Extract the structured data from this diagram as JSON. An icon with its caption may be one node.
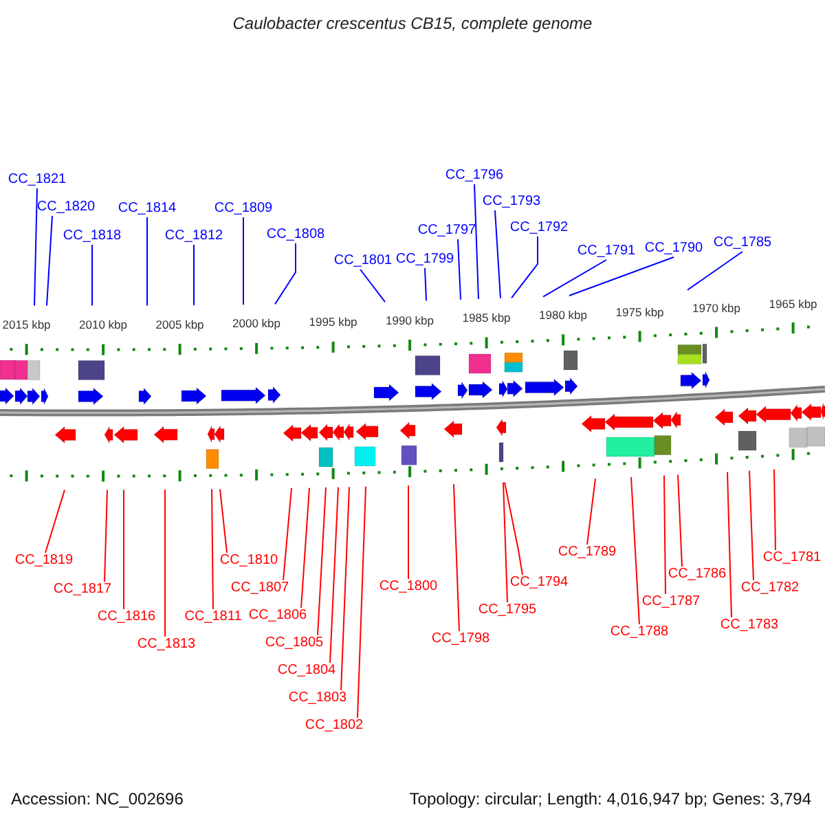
{
  "diagram": {
    "title": "Caulobacter crescentus CB15, complete genome",
    "nodes": [
      {
        "text": [
          "CC_1821"
        ]
      },
      {
        "text": [
          "CC_1820"
        ]
      },
      {
        "text": [
          "CC_1818"
        ]
      },
      {
        "text": [
          "CC_1814"
        ]
      },
      {
        "text": [
          "CC_1812"
        ]
      },
      {
        "text": [
          "CC_1809"
        ]
      },
      {
        "text": [
          "CC_1808"
        ]
      },
      {
        "text": [
          "CC_1801"
        ]
      },
      {
        "text": [
          "CC_1799"
        ]
      },
      {
        "text": [
          "CC_1797"
        ]
      },
      {
        "text": [
          "CC_1796"
        ]
      },
      {
        "text": [
          "CC_1793"
        ]
      },
      {
        "text": [
          "CC_1792"
        ]
      },
      {
        "text": [
          "CC_1791"
        ]
      },
      {
        "text": [
          "CC_1790"
        ]
      },
      {
        "text": [
          "CC_1785"
        ]
      },
      {
        "text": [
          "CC_1819"
        ]
      },
      {
        "text": [
          "CC_1817"
        ]
      },
      {
        "text": [
          "CC_1816"
        ]
      },
      {
        "text": [
          "CC_1813"
        ]
      },
      {
        "text": [
          "CC_1811"
        ]
      },
      {
        "text": [
          "CC_1810"
        ]
      },
      {
        "text": [
          "CC_1807"
        ]
      },
      {
        "text": [
          "CC_1806"
        ]
      },
      {
        "text": [
          "CC_1805"
        ]
      },
      {
        "text": [
          "CC_1804"
        ]
      },
      {
        "text": [
          "CC_1803"
        ]
      },
      {
        "text": [
          "CC_1802"
        ]
      },
      {
        "text": [
          "CC_1800"
        ]
      },
      {
        "text": [
          "CC_1798"
        ]
      },
      {
        "text": [
          "CC_1795"
        ]
      },
      {
        "text": [
          "CC_1794"
        ]
      },
      {
        "text": [
          "CC_1789"
        ]
      },
      {
        "text": [
          "CC_1788"
        ]
      },
      {
        "text": [
          "CC_1787"
        ]
      },
      {
        "text": [
          "CC_1786"
        ]
      },
      {
        "text": [
          "CC_1783"
        ]
      },
      {
        "text": [
          "CC_1782"
        ]
      },
      {
        "text": [
          "CC_1781"
        ]
      }
    ],
    "edges": [
      {
        "from": 0,
        "to": null,
        "arrow": "none",
        "color": "#0000ff"
      },
      {
        "from": 1,
        "to": null,
        "arrow": "none",
        "color": "#0000ff"
      },
      {
        "from": 2,
        "to": null,
        "arrow": "none",
        "color": "#0000ff"
      },
      {
        "from": 3,
        "to": null,
        "arrow": "none",
        "color": "#0000ff"
      },
      {
        "from": 4,
        "to": null,
        "arrow": "none",
        "color": "#0000ff"
      },
      {
        "from": 5,
        "to": null,
        "arrow": "none",
        "color": "#0000ff"
      },
      {
        "from": 6,
        "to": null,
        "arrow": "none",
        "color": "#0000ff"
      },
      {
        "from": 7,
        "to": null,
        "arrow": "none",
        "color": "#0000ff"
      },
      {
        "from": 8,
        "to": null,
        "arrow": "none",
        "color": "#0000ff"
      },
      {
        "from": 9,
        "to": null,
        "arrow": "none",
        "color": "#0000ff"
      },
      {
        "from": 10,
        "to": null,
        "arrow": "none",
        "color": "#0000ff"
      },
      {
        "from": 11,
        "to": null,
        "arrow": "none",
        "color": "#0000ff"
      },
      {
        "from": 12,
        "to": null,
        "arrow": "none",
        "color": "#0000ff"
      },
      {
        "from": 13,
        "to": null,
        "arrow": "none",
        "color": "#0000ff"
      },
      {
        "from": 14,
        "to": null,
        "arrow": "none",
        "color": "#0000ff"
      },
      {
        "from": 15,
        "to": null,
        "arrow": "none",
        "color": "#0000ff"
      },
      {
        "from": 16,
        "to": null,
        "arrow": "none"
      },
      {
        "from": 17,
        "to": null,
        "arrow": "none"
      },
      {
        "from": 18,
        "to": null,
        "arrow": "none"
      },
      {
        "from": 19,
        "to": null,
        "arrow": "none"
      },
      {
        "from": 20,
        "to": null,
        "arrow": "none"
      },
      {
        "from": 21,
        "to": null,
        "arrow": "none"
      },
      {
        "from": 22,
        "to": null,
        "arrow": "none"
      },
      {
        "from": 23,
        "to": null,
        "arrow": "none"
      },
      {
        "from": 24,
        "to": null,
        "arrow": "none"
      },
      {
        "from": 25,
        "to": null,
        "arrow": "none"
      },
      {
        "from": 26,
        "to": null,
        "arrow": "none"
      },
      {
        "from": 27,
        "to": null,
        "arrow": "none"
      },
      {
        "from": 28,
        "to": null,
        "arrow": "none"
      },
      {
        "from": 29,
        "to": null,
        "arrow": "none"
      },
      {
        "from": 30,
        "to": null,
        "arrow": "none"
      },
      {
        "from": 31,
        "to": null,
        "arrow": "none"
      },
      {
        "from": 32,
        "to": null,
        "arrow": "none"
      },
      {
        "from": 33,
        "to": null,
        "arrow": "none"
      },
      {
        "from": 34,
        "to": null,
        "arrow": "none"
      },
      {
        "from": 35,
        "to": null,
        "arrow": "none"
      },
      {
        "from": 36,
        "to": null,
        "arrow": "none"
      },
      {
        "from": 37,
        "to": null,
        "arrow": "none"
      },
      {
        "from": 38,
        "to": null,
        "arrow": "none"
      }
    ],
    "labels": [
      "2015 kbp",
      "2010 kbp",
      "2005 kbp",
      "2000 kbp",
      "1995 kbp",
      "1990 kbp",
      "1985 kbp",
      "1980 kbp",
      "1975 kbp",
      "1970 kbp",
      "1965 kbp",
      "Accession: NC_002696",
      "Topology: circular; Length: 4,016,947 bp; Genes: 3,794"
    ]
  }
}
